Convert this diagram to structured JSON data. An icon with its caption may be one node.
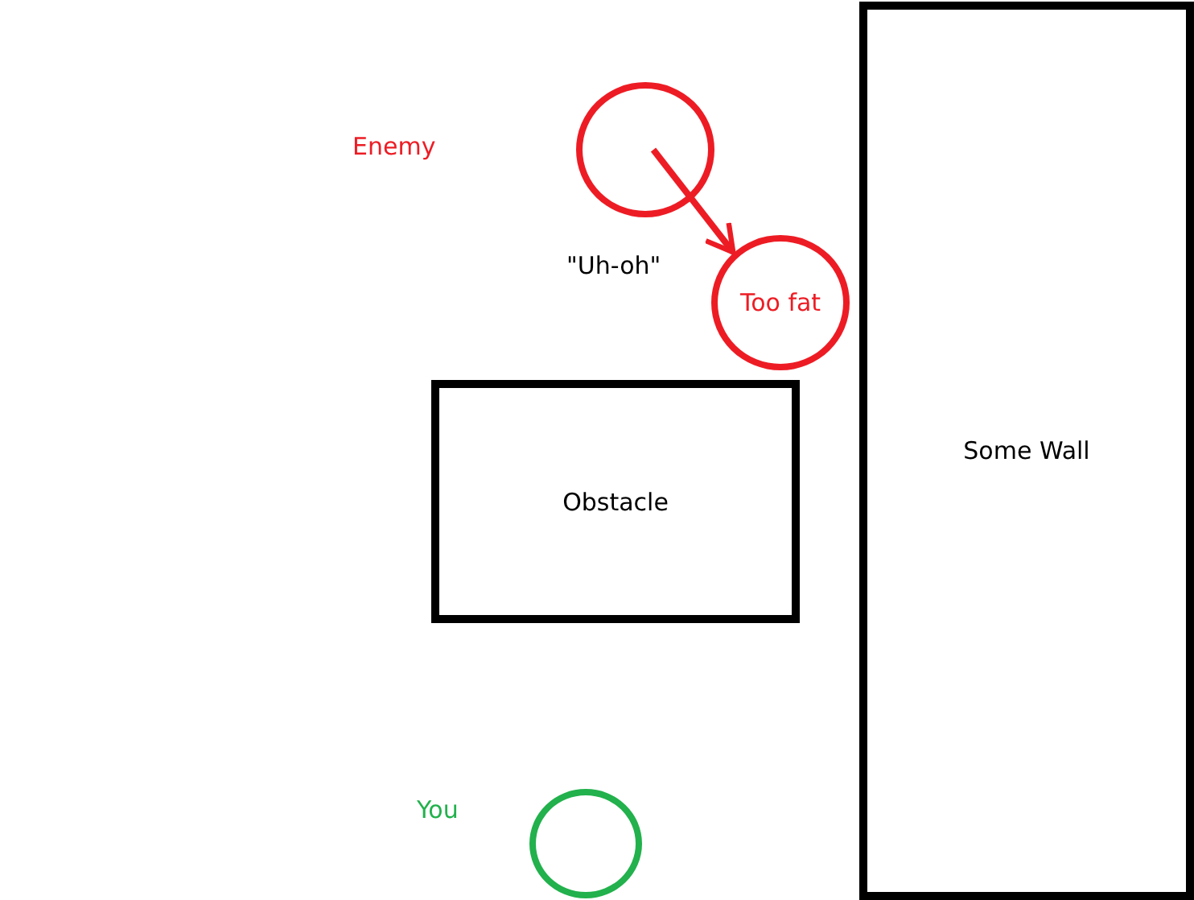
{
  "diagram": {
    "nodes": [
      {
        "text": [],
        "shape": "circle"
      },
      {
        "text": [
          "Too fat"
        ]
      },
      {
        "text": [
          "Obstacle"
        ]
      },
      {
        "text": [
          "Some Wall"
        ]
      },
      {
        "text": [],
        "shape": "circle"
      }
    ],
    "edges": [
      {
        "from": 0,
        "to": 1,
        "arrow": "to"
      }
    ],
    "labels": [
      "Enemy",
      "\"Uh-oh\"",
      "You"
    ]
  }
}
